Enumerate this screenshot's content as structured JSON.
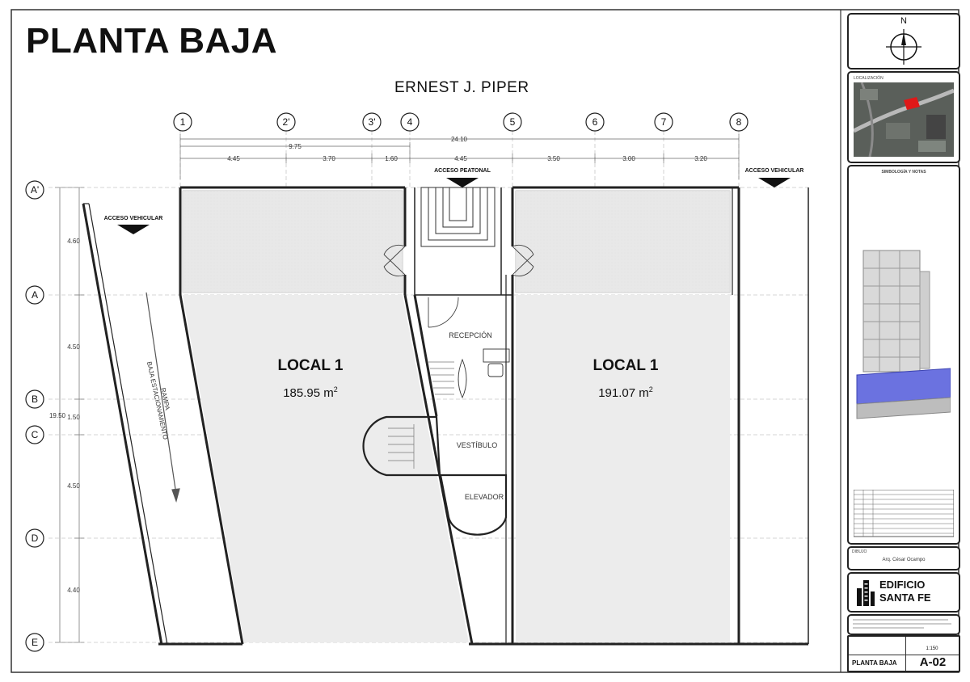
{
  "title": "PLANTA BAJA",
  "street": "ERNEST J. PIPER",
  "grid_cols": [
    "1",
    "2'",
    "3'",
    "4",
    "5",
    "6",
    "7",
    "8"
  ],
  "grid_rows": [
    "A'",
    "A",
    "B",
    "C",
    "D",
    "E"
  ],
  "dims_top": {
    "overall": "24.10",
    "sub": "9.75",
    "spans": [
      "4.45",
      "3.70",
      "1.60",
      "4.45",
      "3.50",
      "3.00",
      "3.20"
    ]
  },
  "dims_left": {
    "overall": "19.50",
    "spans": [
      "4.60",
      "4.50",
      "1.50",
      "4.50",
      "4.40"
    ]
  },
  "labels": {
    "acceso_vehicular": "ACCESO VEHICULAR",
    "acceso_peatonal": "ACCESO PEATONAL",
    "rampa_1": "RAMPA",
    "rampa_2": "BAJA ESTACIONAMIENTO",
    "recepcion": "RECEPCIÓN",
    "vestibulo": "VESTÍBULO",
    "elevador": "ELEVADOR"
  },
  "locals": [
    {
      "name": "LOCAL 1",
      "area_value": "185.95 m",
      "area_sup": "2"
    },
    {
      "name": "LOCAL 1",
      "area_value": "191.07 m",
      "area_sup": "2"
    }
  ],
  "title_block": {
    "north": "N",
    "localizacion": "LOCALIZACIÓN",
    "simbologia": "SIMBOLOGÍA Y NOTAS",
    "dibujo": "DIBUJO",
    "author": "Arq. César Ocampo",
    "project_line1": "EDIFICIO",
    "project_line2": "SANTA FE",
    "sheet_name": "PLANTA BAJA",
    "sheet_code": "A-02",
    "scale": "1:150"
  }
}
